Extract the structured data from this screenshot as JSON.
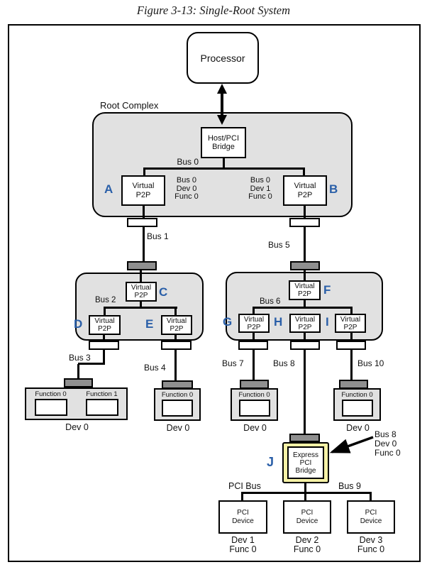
{
  "figure": {
    "title": "Figure 3-13: Single-Root System"
  },
  "colors": {
    "accent_blue": "#2a5fa8",
    "container_gray": "#e1e1e1",
    "connector_gray": "#8f8f8f",
    "bridge_yellow": "#f6f2a6"
  },
  "processor": {
    "label": "Processor"
  },
  "root_complex": {
    "label": "Root Complex",
    "host_bridge": "Host/PCI\nBridge",
    "bus0": "Bus 0",
    "bridge_a": {
      "letter": "A",
      "label": "Virtual\nP2P",
      "id": "Bus 0\nDev 0\nFunc 0"
    },
    "bridge_b": {
      "letter": "B",
      "label": "Virtual\nP2P",
      "id": "Bus 0\nDev 1\nFunc 0"
    }
  },
  "switch_left": {
    "bus_up": "Bus 1",
    "bus_internal": "Bus 2",
    "upstream": {
      "letter": "C",
      "label": "Virtual\nP2P"
    },
    "downstream": [
      {
        "letter": "D",
        "label": "Virtual\nP2P",
        "bus": "Bus 3"
      },
      {
        "letter": "E",
        "label": "Virtual\nP2P",
        "bus": "Bus 4"
      }
    ]
  },
  "switch_right": {
    "bus_up": "Bus 5",
    "bus_internal": "Bus 6",
    "upstream": {
      "letter": "F",
      "label": "Virtual\nP2P"
    },
    "downstream": [
      {
        "letter": "G",
        "label": "Virtual\nP2P",
        "bus": "Bus 7"
      },
      {
        "letter": "H",
        "label": "Virtual\nP2P",
        "bus": "Bus 8"
      },
      {
        "letter": "I",
        "label": "Virtual\nP2P",
        "bus": "Bus 10"
      }
    ]
  },
  "endpoints": [
    {
      "functions": [
        "Function 0",
        "Function 1"
      ],
      "dev": "Dev 0"
    },
    {
      "functions": [
        "Function 0"
      ],
      "dev": "Dev 0"
    },
    {
      "functions": [
        "Function 0"
      ],
      "dev": "Dev 0"
    },
    {
      "functions": [
        "Function 0"
      ],
      "dev": "Dev 0"
    }
  ],
  "pci_bridge": {
    "letter": "J",
    "label": "Express\nPCI\nBridge",
    "annotation": "Bus 8\nDev 0\nFunc 0",
    "pci_bus": "PCI Bus",
    "bus9": "Bus 9"
  },
  "pci_devices": [
    {
      "label": "PCI\nDevice",
      "id": "Dev 1\nFunc 0"
    },
    {
      "label": "PCI\nDevice",
      "id": "Dev 2\nFunc 0"
    },
    {
      "label": "PCI\nDevice",
      "id": "Dev 3\nFunc 0"
    }
  ]
}
